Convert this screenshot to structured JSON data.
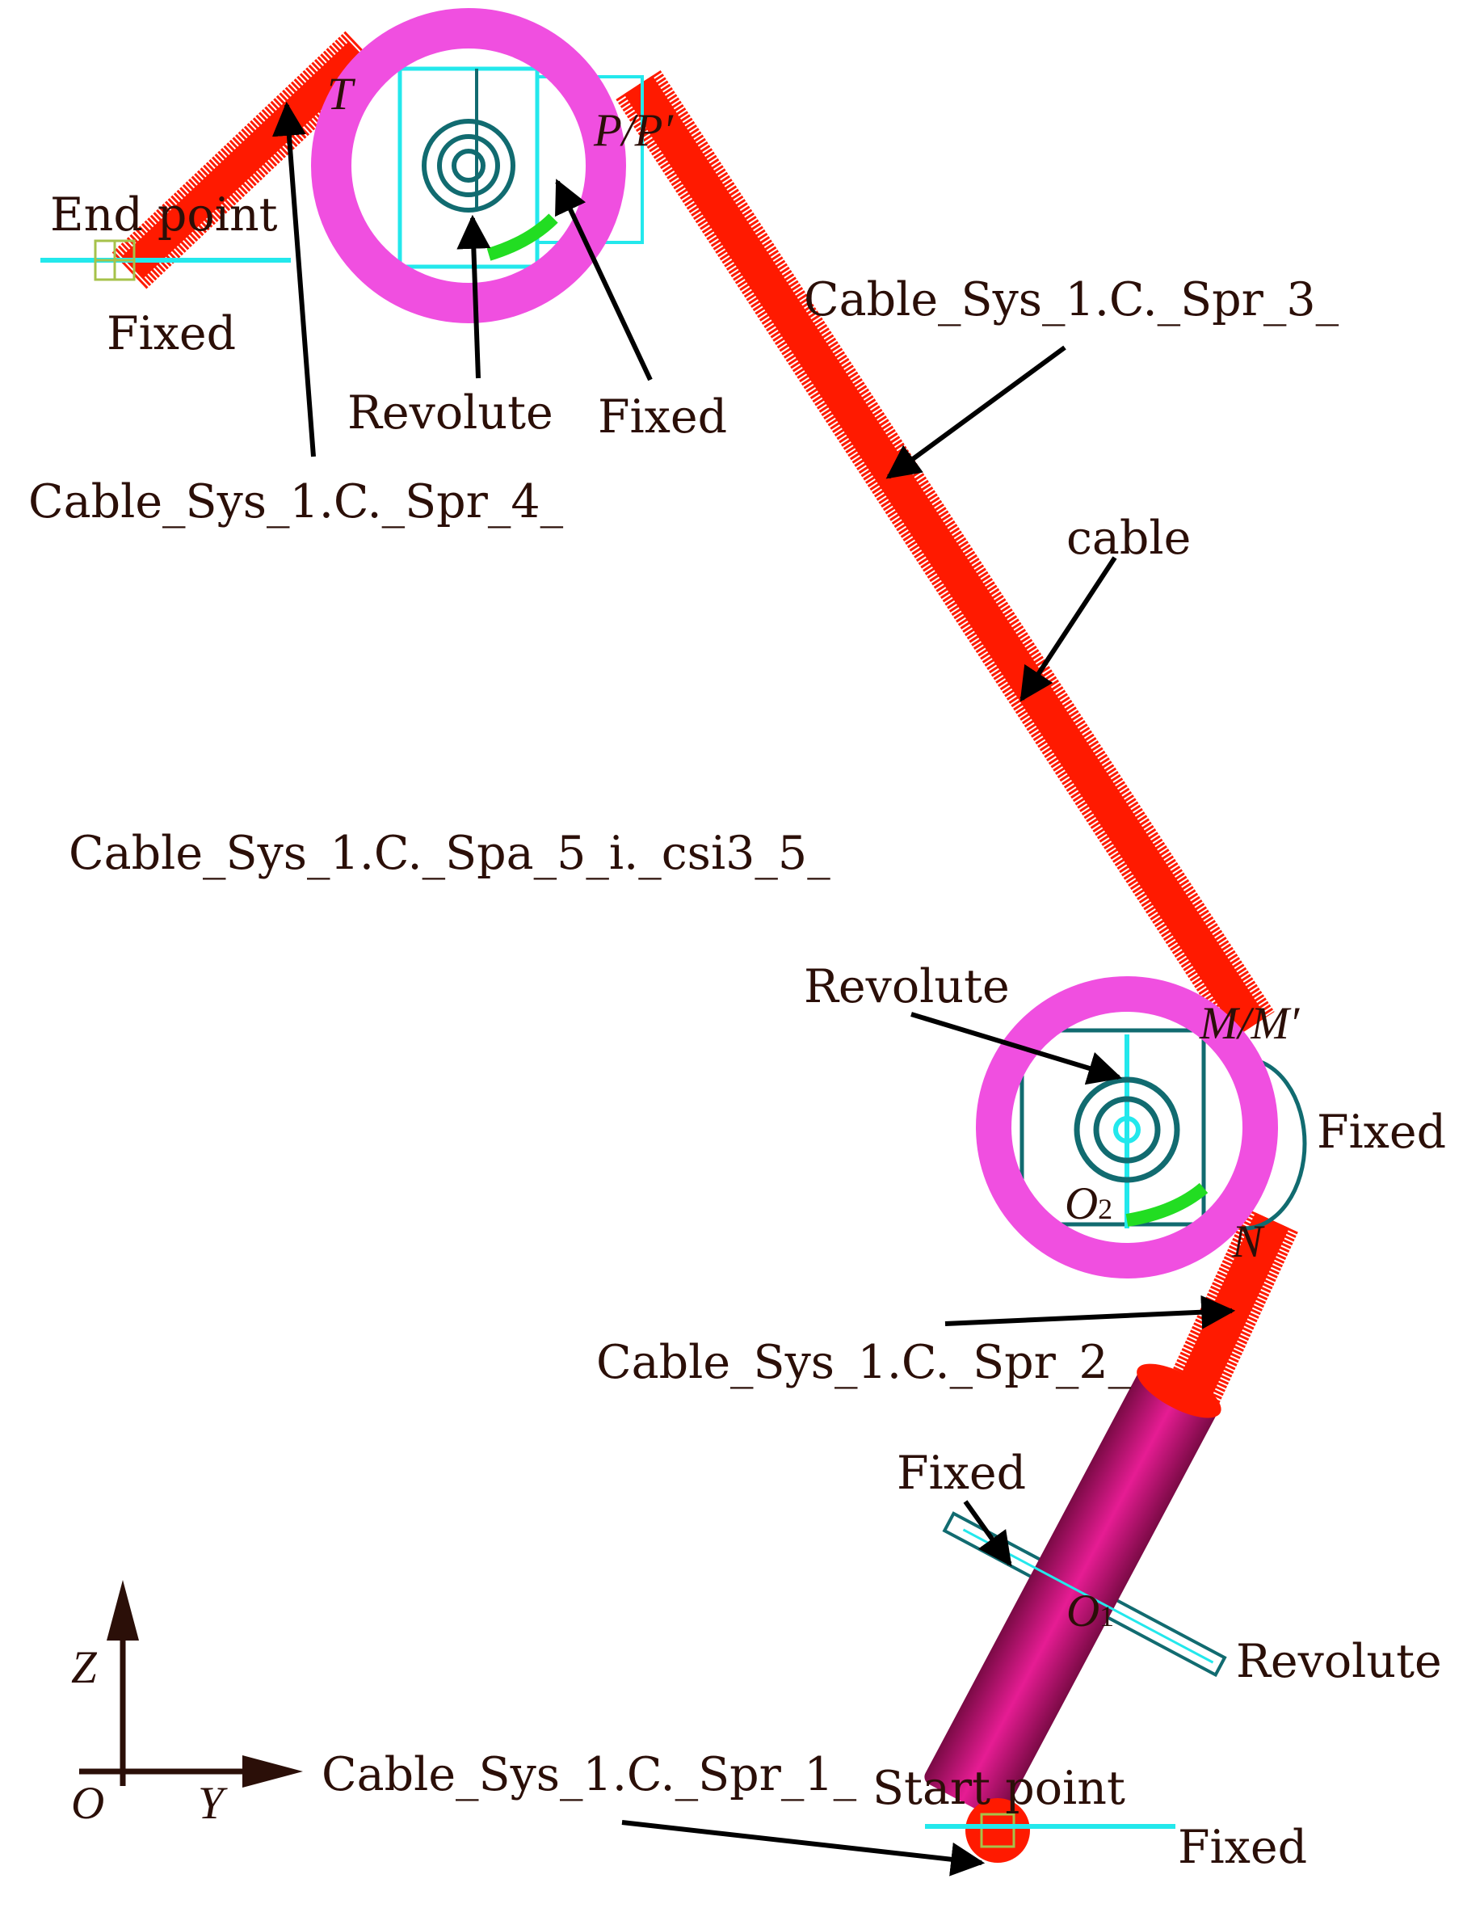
{
  "labels": {
    "end_point": "End point",
    "fixed_end": "Fixed",
    "t_point": "T",
    "pp_point": "P/P′",
    "revolute_top": "Revolute",
    "fixed_top": "Fixed",
    "spr4": "Cable_Sys_1.C._Spr_4_",
    "spr3": "Cable_Sys_1.C._Spr_3_",
    "cable": "cable",
    "spa5": "Cable_Sys_1.C._Spa_5_i._csi3_5_",
    "revolute_mid": "Revolute",
    "mm_point": "M/M′",
    "fixed_mid": "Fixed",
    "o2_base": "O",
    "o2_sub": "2",
    "n_point": "N",
    "spr2": "Cable_Sys_1.C._Spr_2_",
    "fixed_low": "Fixed",
    "o1_base": "O",
    "o1_sub": "1",
    "revolute_low": "Revolute",
    "spr1": "Cable_Sys_1.C._Spr_1_",
    "start_point": "Start point",
    "fixed_start": "Fixed"
  },
  "axes": {
    "z": "Z",
    "o": "O",
    "y": "Y"
  },
  "colors": {
    "cable": "#ff1a00",
    "pulley": "#f04fe0",
    "frame": "#23e8ec",
    "bearing": "#116b70",
    "drum": "#d4107a",
    "green": "#22dd22",
    "text": "#2b0f08"
  }
}
